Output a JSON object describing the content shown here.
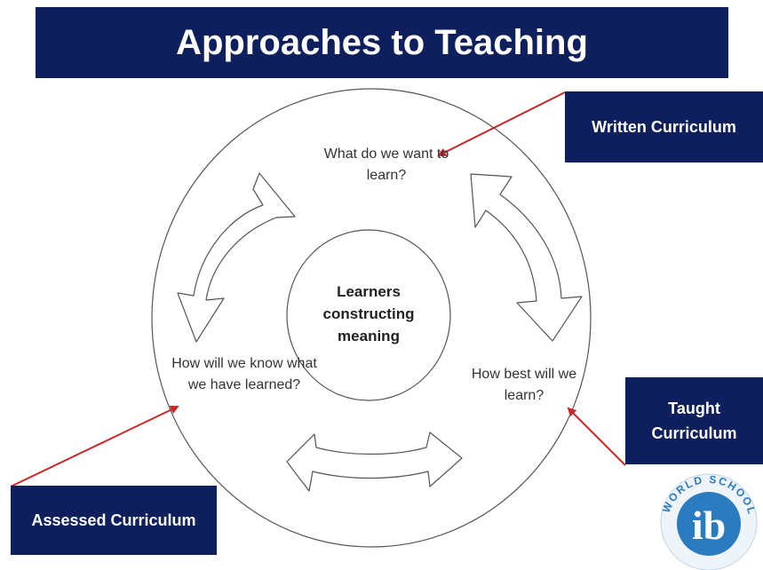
{
  "title": "Approaches to Teaching",
  "center_label": "Learners constructing meaning",
  "questions": {
    "top": "What do we want to learn?",
    "right": "How best will we learn?",
    "left": "How will we know what we have learned?"
  },
  "callouts": {
    "written": "Written Curriculum",
    "taught": "Taught Curriculum",
    "assessed": "Assessed Curriculum"
  },
  "logo": {
    "letters": "ib",
    "ring_text": "WORLD SCHOOL"
  },
  "colors": {
    "title_bg": "#0d1f5c",
    "callout_bg": "#0d1f5c",
    "arrow_red": "#c62828",
    "logo_blue": "#2a7bbf"
  }
}
